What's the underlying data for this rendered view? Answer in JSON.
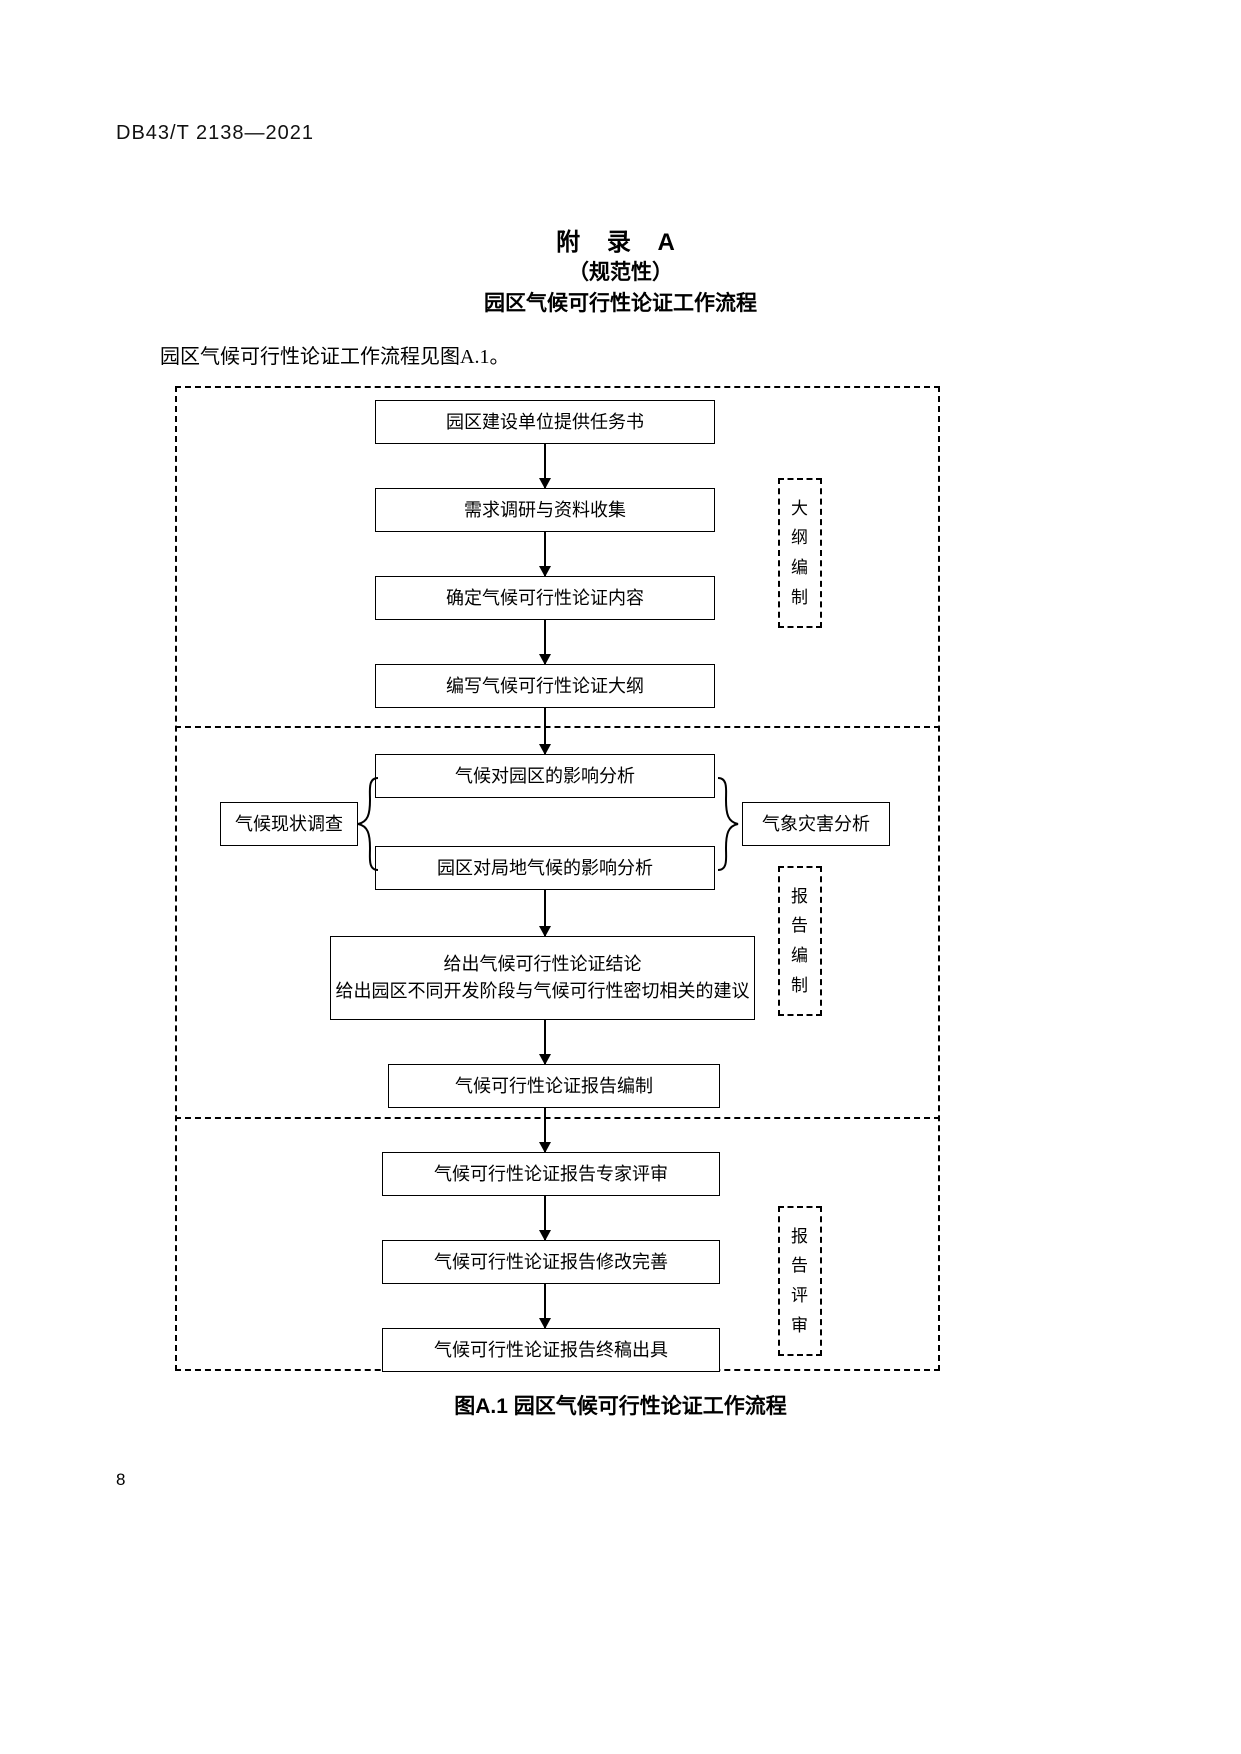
{
  "header": {
    "standard_no": "DB43/T 2138—2021"
  },
  "appendix": {
    "title": "附 录 A",
    "normative": "（规范性）",
    "name": "园区气候可行性论证工作流程"
  },
  "intro": "园区气候可行性论证工作流程见图A.1。",
  "figure": {
    "caption": "图A.1  园区气候可行性论证工作流程",
    "stages": [
      {
        "label_chars": [
          "大",
          "纲",
          "编",
          "制"
        ]
      },
      {
        "label_chars": [
          "报",
          "告",
          "编",
          "制"
        ]
      },
      {
        "label_chars": [
          "报",
          "告",
          "评",
          "审"
        ]
      }
    ],
    "nodes": {
      "n1": "园区建设单位提供任务书",
      "n2": "需求调研与资料收集",
      "n3": "确定气候可行性论证内容",
      "n4": "编写气候可行性论证大纲",
      "n5": "气候对园区的影响分析",
      "n6": "园区对局地气候的影响分析",
      "n_left": "气候现状调查",
      "n_right": "气象灾害分析",
      "n7_line1": "给出气候可行性论证结论",
      "n7_line2": "给出园区不同开发阶段与气候可行性密切相关的建议",
      "n8": "气候可行性论证报告编制",
      "n9": "气候可行性论证报告专家评审",
      "n10": "气候可行性论证报告修改完善",
      "n11": "气候可行性论证报告终稿出具"
    }
  },
  "page_number": "8"
}
